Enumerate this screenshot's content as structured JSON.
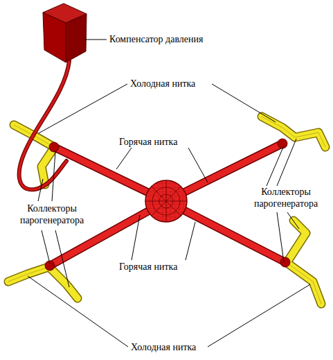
{
  "diagram": {
    "labels": [
      "Компенсатор давления",
      "Холодная нитка",
      "Горячая нитка",
      "Коллекторы парогенератора",
      "Коллекторы парогенератора",
      "Горячая нитка",
      "Холодная нитка"
    ]
  }
}
